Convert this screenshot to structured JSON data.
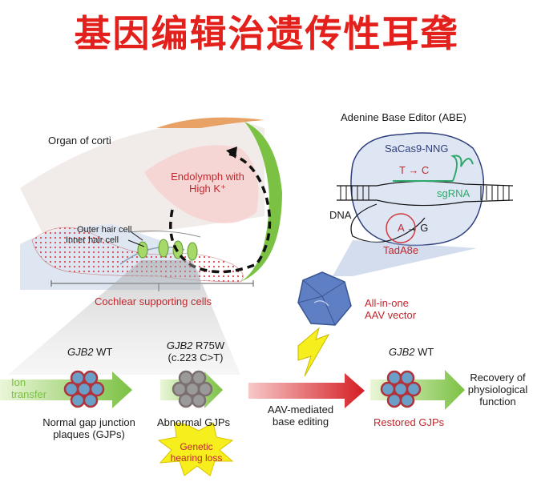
{
  "header": {
    "title": "基因编辑治遗传性耳聋"
  },
  "cochlea": {
    "label": "Organ of corti",
    "endolymph_line1": "Endolymph with",
    "endolymph_line2": "High K⁺",
    "outer_hair_cell": "Outer hair cell",
    "inner_hair_cell": "Inner hair cell",
    "supporting_cells": "Cochlear supporting cells"
  },
  "abe": {
    "title": "Adenine Base Editor (ABE)",
    "cas9": "SaCas9-NNG",
    "t_to_c": "T → C",
    "sgrna": "sgRNA",
    "dna": "DNA",
    "a_to_g_a": "A",
    "a_to_g_rest": "→ G",
    "tada": "TadA8e"
  },
  "aav": {
    "line1": "All-in-one",
    "line2": "AAV vector"
  },
  "wt": {
    "gene": "GJB2",
    "suffix": " WT"
  },
  "mutant": {
    "gene": "GJB2",
    "suffix": " R75W",
    "variant": "(c.223 C>T)"
  },
  "restored": {
    "gene": "GJB2",
    "suffix": " WT"
  },
  "ion": {
    "line1": "Ion",
    "line2": "transfer"
  },
  "normal_gjp": {
    "line1": "Normal gap junction",
    "line2": "plaques (GJPs)"
  },
  "abnormal_gjp": "Abnormal GJPs",
  "genetic": {
    "line1": "Genetic",
    "line2": "hearing loss"
  },
  "editing": {
    "line1": "AAV-mediated",
    "line2": "base editing"
  },
  "restored_gjp": "Restored GJPs",
  "recovery": {
    "line1": "Recovery of",
    "line2": "physiological",
    "line3": "function"
  },
  "colors": {
    "title_red": "#e3201b",
    "label_red": "#c0282e",
    "sgrna_green": "#2ea86b",
    "cochlea_green": "#7bc143",
    "abe_blue": "#9fb4d9",
    "aav_blue": "#5f7fc4",
    "burst_yellow": "#f7ee1e"
  }
}
